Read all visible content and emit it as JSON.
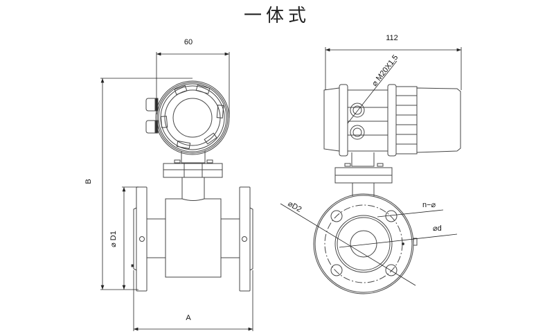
{
  "title": "一体式",
  "colors": {
    "line": "#444444",
    "dim": "#222222",
    "background": "#ffffff"
  },
  "front_view": {
    "dim_width_label": "60",
    "dim_height_label": "B",
    "dim_flange_diameter_label": "⌀ D1",
    "dim_length_label": "A"
  },
  "side_view": {
    "dim_width_label": "112",
    "cable_gland_label": "⌀ M20X1.5",
    "flange_outer_label": "⌀D2",
    "bolt_holes_label": "n−⌀",
    "bore_label": "⌀d"
  }
}
